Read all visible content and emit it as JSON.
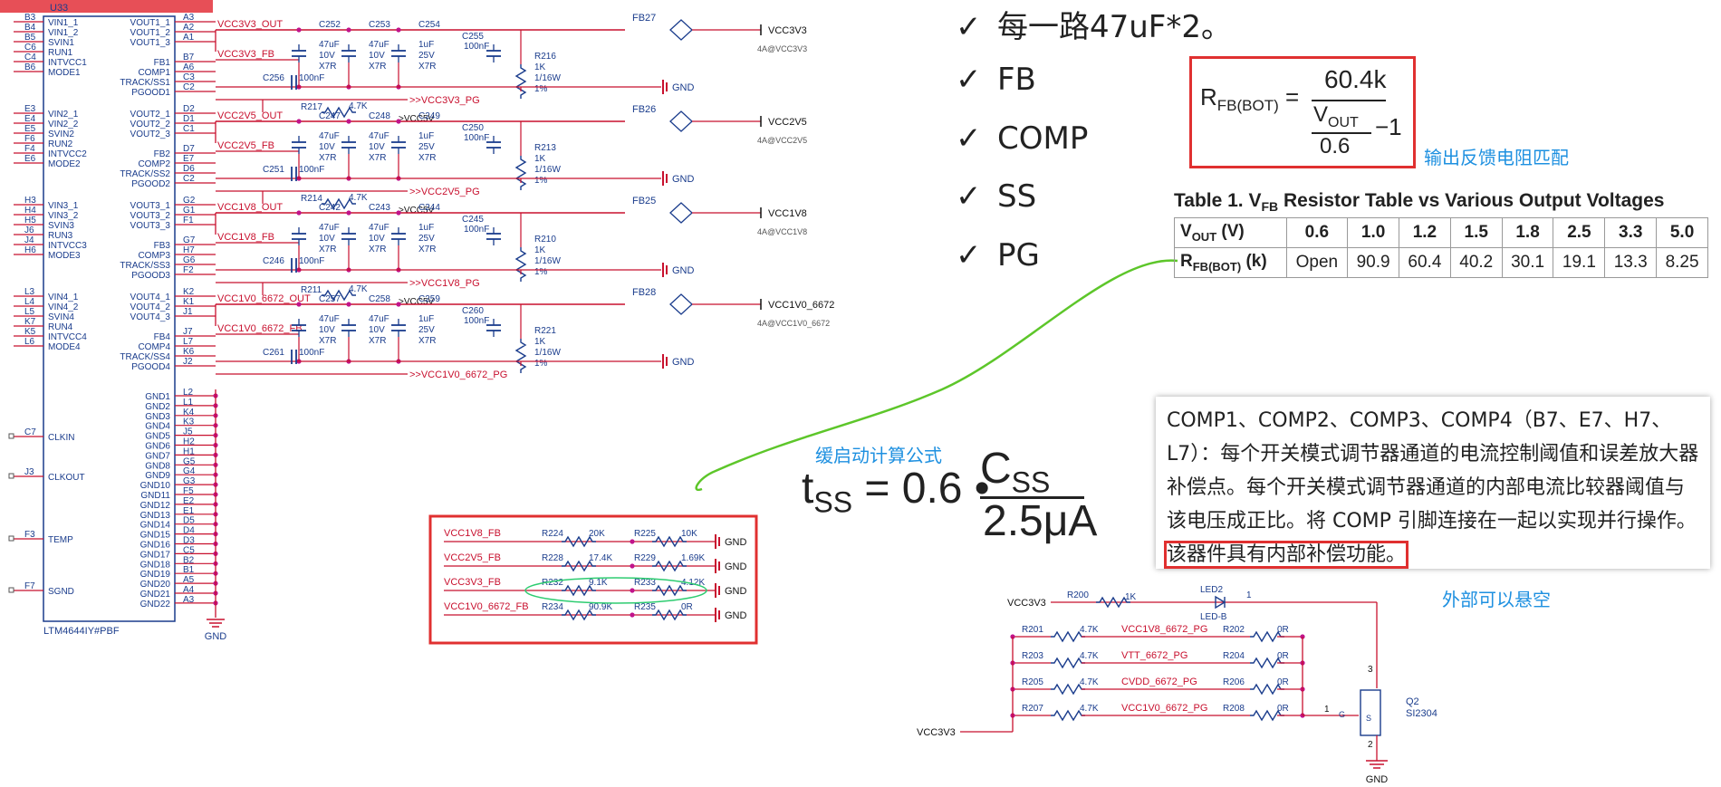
{
  "checklist": {
    "items": [
      "每一路47uF*2。",
      "FB",
      "COMP",
      "SS",
      "PG"
    ],
    "mark": "✓"
  },
  "formulas": {
    "rfb": {
      "lhs": "R",
      "lhs_sub": "FB(BOT)",
      "eq": "=",
      "num": "60.4k",
      "den_top": "V",
      "den_top_sub": "OUT",
      "den_bot": "0.6",
      "minus": "−1"
    },
    "rfb_note": "输出反馈电阻匹配",
    "tss": {
      "lhs": "t",
      "lhs_sub": "SS",
      "eq": "= 0.6 •",
      "num": "C",
      "num_sub": "SS",
      "den": "2.5μA"
    },
    "tss_note": "缓启动计算公式"
  },
  "table1": {
    "title_pre": "Table 1. V",
    "title_sub": "FB",
    "title_post": " Resistor Table vs Various Output Voltages",
    "row1_label": "V",
    "row1_label_sub": "OUT",
    "row1_label_post": " (V)",
    "row2_label": "R",
    "row2_label_sub": "FB(BOT)",
    "row2_label_post": " (k)",
    "vout": [
      "0.6",
      "1.0",
      "1.2",
      "1.5",
      "1.8",
      "2.5",
      "3.3",
      "5.0"
    ],
    "rfb": [
      "Open",
      "90.9",
      "60.4",
      "40.2",
      "30.1",
      "19.1",
      "13.3",
      "8.25"
    ]
  },
  "comp_note": {
    "text": "COMP1、COMP2、COMP3、COMP4（B7、E7、H7、L7）：每个开关模式调节器通道的电流控制阈值和误差放大器补偿点。每个开关模式调节器通道的内部电流比较器阈值与该电压成正比。将 COMP 引脚连接在一起以实现并行操作。",
    "highlight": "该器件具有内部补偿功能。",
    "float_note": "外部可以悬空"
  },
  "ic": {
    "ref": "U33",
    "part": "LTM4644IY#PBF",
    "left_pins": [
      [
        "B3",
        "VIN1_1"
      ],
      [
        "B4",
        "VIN1_2"
      ],
      [
        "B5",
        "SVIN1"
      ],
      [
        "C6",
        "RUN1"
      ],
      [
        "C4",
        "INTVCC1"
      ],
      [
        "B6",
        "MODE1"
      ],
      [
        "E3",
        "VIN2_1"
      ],
      [
        "E4",
        "VIN2_2"
      ],
      [
        "E5",
        "SVIN2"
      ],
      [
        "F6",
        "RUN2"
      ],
      [
        "F4",
        "INTVCC2"
      ],
      [
        "E6",
        "MODE2"
      ],
      [
        "H3",
        "VIN3_1"
      ],
      [
        "H4",
        "VIN3_2"
      ],
      [
        "H5",
        "SVIN3"
      ],
      [
        "J6",
        "RUN3"
      ],
      [
        "J4",
        "INTVCC3"
      ],
      [
        "H6",
        "MODE3"
      ],
      [
        "L3",
        "VIN4_1"
      ],
      [
        "L4",
        "VIN4_2"
      ],
      [
        "L5",
        "SVIN4"
      ],
      [
        "K7",
        "RUN4"
      ],
      [
        "K5",
        "INTVCC4"
      ],
      [
        "L6",
        "MODE4"
      ],
      [
        "C7",
        "CLKIN"
      ],
      [
        "J3",
        "CLKOUT"
      ],
      [
        "F3",
        "TEMP"
      ],
      [
        "F7",
        "SGND"
      ]
    ],
    "gnd_pins": [
      [
        "L2",
        "GND1"
      ],
      [
        "L1",
        "GND2"
      ],
      [
        "K4",
        "GND3"
      ],
      [
        "K3",
        "GND4"
      ],
      [
        "J5",
        "GND5"
      ],
      [
        "H2",
        "GND6"
      ],
      [
        "H1",
        "GND7"
      ],
      [
        "G5",
        "GND8"
      ],
      [
        "G4",
        "GND9"
      ],
      [
        "G3",
        "GND10"
      ],
      [
        "F5",
        "GND11"
      ],
      [
        "E2",
        "GND12"
      ],
      [
        "E1",
        "GND13"
      ],
      [
        "D5",
        "GND14"
      ],
      [
        "D4",
        "GND15"
      ],
      [
        "D3",
        "GND16"
      ],
      [
        "C5",
        "GND17"
      ],
      [
        "B2",
        "GND18"
      ],
      [
        "B1",
        "GND19"
      ],
      [
        "A5",
        "GND20"
      ],
      [
        "A4",
        "GND21"
      ],
      [
        "A3",
        "GND22"
      ]
    ],
    "gnd_label": "GND"
  },
  "channels": [
    {
      "pins": [
        [
          "A3",
          "VOUT1_1"
        ],
        [
          "A2",
          "VOUT1_2"
        ],
        [
          "A1",
          "VOUT1_3"
        ],
        [
          "B7",
          "FB1"
        ],
        [
          "A6",
          "COMP1"
        ],
        [
          "C3",
          "TRACK/SS1"
        ],
        [
          "C2",
          "PGOOD1"
        ]
      ],
      "out_net": "VCC3V3_OUT",
      "fb_net": "VCC3V3_FB",
      "pg_net": "VCC3V3_PG",
      "fb_ref": "FB27",
      "out_label": "VCC3V3",
      "current": "4A@VCC3V3",
      "caps": [
        [
          "C252",
          "47uF",
          "10V",
          "X7R"
        ],
        [
          "C253",
          "47uF",
          "10V",
          "X7R"
        ],
        [
          "C254",
          "1uF",
          "25V",
          "X7R"
        ]
      ],
      "c_hf": [
        "C255",
        "100nF"
      ],
      "r_load": [
        "R216",
        "1K",
        "1/16W",
        "1%"
      ],
      "c_ss": [
        "C256",
        "100nF"
      ],
      "r_pg": [
        "R217",
        "4.7K"
      ],
      "pg_pull": "VCC5V"
    },
    {
      "pins": [
        [
          "D2",
          "VOUT2_1"
        ],
        [
          "D1",
          "VOUT2_2"
        ],
        [
          "C1",
          "VOUT2_3"
        ],
        [
          "D7",
          "FB2"
        ],
        [
          "E7",
          "COMP2"
        ],
        [
          "D6",
          "TRACK/SS2"
        ],
        [
          "C2",
          "PGOOD2"
        ]
      ],
      "out_net": "VCC2V5_OUT",
      "fb_net": "VCC2V5_FB",
      "pg_net": "VCC2V5_PG",
      "fb_ref": "FB26",
      "out_label": "VCC2V5",
      "current": "4A@VCC2V5",
      "caps": [
        [
          "C247",
          "47uF",
          "10V",
          "X7R"
        ],
        [
          "C248",
          "47uF",
          "10V",
          "X7R"
        ],
        [
          "C249",
          "1uF",
          "25V",
          "X7R"
        ]
      ],
      "c_hf": [
        "C250",
        "100nF"
      ],
      "r_load": [
        "R213",
        "1K",
        "1/16W",
        "1%"
      ],
      "c_ss": [
        "C251",
        "100nF"
      ],
      "r_pg": [
        "R214",
        "4.7K"
      ],
      "pg_pull": "VCC5V"
    },
    {
      "pins": [
        [
          "G2",
          "VOUT3_1"
        ],
        [
          "G1",
          "VOUT3_2"
        ],
        [
          "F1",
          "VOUT3_3"
        ],
        [
          "G7",
          "FB3"
        ],
        [
          "H7",
          "COMP3"
        ],
        [
          "G6",
          "TRACK/SS3"
        ],
        [
          "F2",
          "PGOOD3"
        ]
      ],
      "out_net": "VCC1V8_OUT",
      "fb_net": "VCC1V8_FB",
      "pg_net": "VCC1V8_PG",
      "fb_ref": "FB25",
      "out_label": "VCC1V8",
      "current": "4A@VCC1V8",
      "caps": [
        [
          "C242",
          "47uF",
          "10V",
          "X7R"
        ],
        [
          "C243",
          "47uF",
          "10V",
          "X7R"
        ],
        [
          "C244",
          "1uF",
          "25V",
          "X7R"
        ]
      ],
      "c_hf": [
        "C245",
        "100nF"
      ],
      "r_load": [
        "R210",
        "1K",
        "1/16W",
        "1%"
      ],
      "c_ss": [
        "C246",
        "100nF"
      ],
      "r_pg": [
        "R211",
        "4.7K"
      ],
      "pg_pull": "VCC5V"
    },
    {
      "pins": [
        [
          "K2",
          "VOUT4_1"
        ],
        [
          "K1",
          "VOUT4_2"
        ],
        [
          "J1",
          "VOUT4_3"
        ],
        [
          "J7",
          "FB4"
        ],
        [
          "L7",
          "COMP4"
        ],
        [
          "K6",
          "TRACK/SS4"
        ],
        [
          "J2",
          "PGOOD4"
        ]
      ],
      "out_net": "VCC1V0_6672_OUT",
      "fb_net": "VCC1V0_6672_FB",
      "pg_net": "VCC1V0_6672_PG",
      "fb_ref": "FB28",
      "out_label": "VCC1V0_6672",
      "current": "4A@VCC1V0_6672",
      "caps": [
        [
          "C257",
          "47uF",
          "10V",
          "X7R"
        ],
        [
          "C258",
          "47uF",
          "10V",
          "X7R"
        ],
        [
          "C259",
          "1uF",
          "25V",
          "X7R"
        ]
      ],
      "c_hf": [
        "C260",
        "100nF"
      ],
      "r_load": [
        "R221",
        "1K",
        "1/16W",
        "1%"
      ],
      "c_ss": [
        "C261",
        "100nF"
      ],
      "r_pg": null,
      "pg_pull": null
    }
  ],
  "gnd_word": "GND",
  "fb_dividers": [
    [
      "VCC1V8_FB",
      "R224",
      "20K",
      "R225",
      "10K"
    ],
    [
      "VCC2V5_FB",
      "R228",
      "17.4K",
      "R229",
      "1.69K"
    ],
    [
      "VCC3V3_FB",
      "R232",
      "9.1K",
      "R233",
      "4.12K"
    ],
    [
      "VCC1V0_6672_FB",
      "R234",
      "90.9K",
      "R235",
      "0R"
    ]
  ],
  "pg_circuit": {
    "vcc_top": "VCC3V3",
    "r_led": [
      "R200",
      "1K"
    ],
    "led": [
      "LED2",
      "LED-B"
    ],
    "led_pin": "1",
    "rows": [
      [
        "R201",
        "4.7K",
        "VCC1V8_6672_PG",
        "R202",
        "0R"
      ],
      [
        "R203",
        "4.7K",
        "VTT_6672_PG",
        "R204",
        "0R"
      ],
      [
        "R205",
        "4.7K",
        "CVDD_6672_PG",
        "R206",
        "0R"
      ],
      [
        "R207",
        "4.7K",
        "VCC1V0_6672_PG",
        "R208",
        "0R"
      ]
    ],
    "vcc_left": "VCC3V3",
    "q_ref": "Q2",
    "q_part": "SI2304",
    "q_pins": [
      "3",
      "1",
      "2"
    ],
    "q_g": "G",
    "q_s": "S",
    "gnd": "GND"
  }
}
